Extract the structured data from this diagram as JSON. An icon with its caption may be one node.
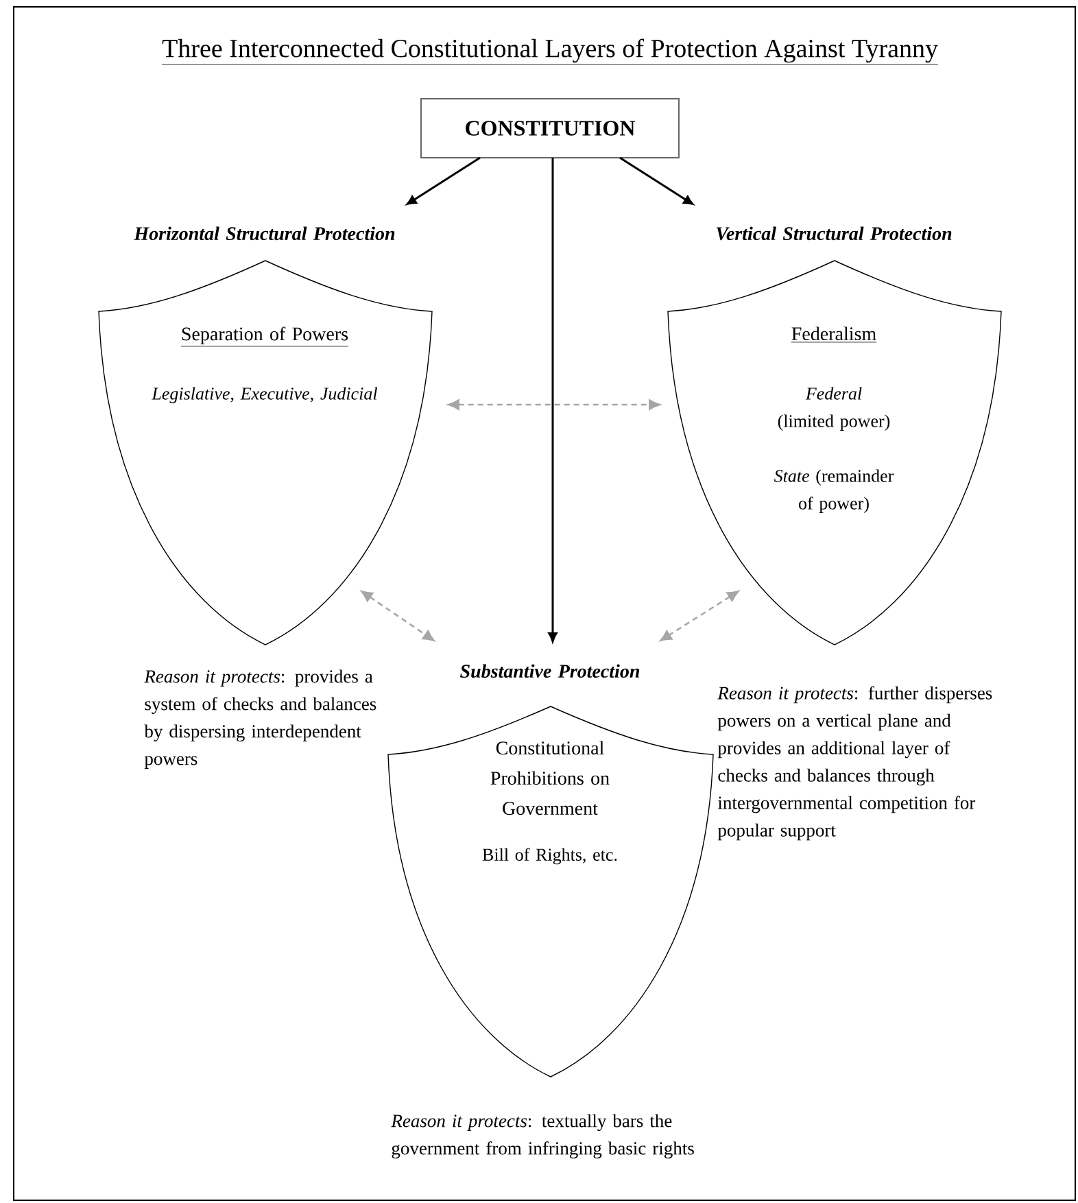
{
  "diagram": {
    "title": "Three Interconnected Constitutional Layers of Protection Against Tyranny",
    "nodes": [
      {
        "text": [
          "CONSTITUTION"
        ]
      },
      {
        "text": [
          "Horizontal Structural Protection",
          "Separation of Powers",
          "*Legislative*, *Executive*, *Judicial*"
        ]
      },
      {
        "text": [
          "Vertical Structural Protection",
          "Federalism",
          "*Federal* (limited power)",
          "*State* (remainder of power)"
        ]
      },
      {
        "text": [
          "Substantive Protection",
          "Constitutional Prohibitions on Government",
          "Bill of Rights, etc."
        ]
      }
    ],
    "edges": [
      {
        "from": 0,
        "to": 1,
        "arrow": "to"
      },
      {
        "from": 0,
        "to": 2,
        "arrow": "to"
      },
      {
        "from": 0,
        "to": 3,
        "arrow": "to"
      },
      {
        "from": 1,
        "to": 2,
        "arrow": "both",
        "style": "dashed",
        "color": "#a6a6a6"
      },
      {
        "from": 1,
        "to": 3,
        "arrow": "both",
        "style": "dashed",
        "color": "#a6a6a6"
      },
      {
        "from": 2,
        "to": 3,
        "arrow": "both",
        "style": "dashed",
        "color": "#a6a6a6"
      }
    ],
    "labels": [
      "*Reason it protects*: provides a system of checks and balances by dispersing interdependent powers",
      "*Reason it protects*: further disperses powers on a vertical plane and provides an additional layer of checks and balances through intergovernmental competition for popular support",
      "*Reason it protects*: textually bars the government from infringing basic rights"
    ]
  }
}
